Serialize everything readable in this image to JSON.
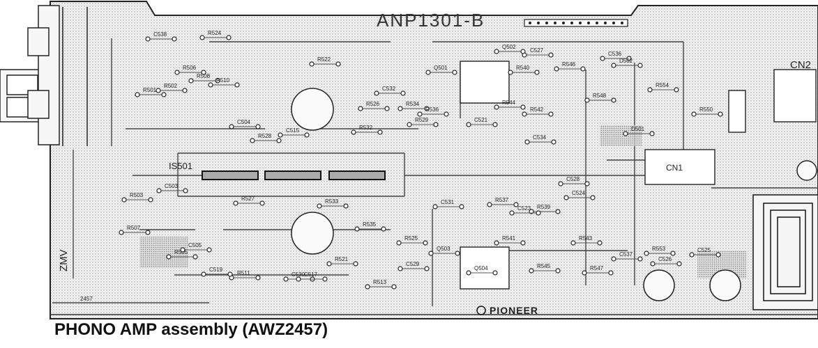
{
  "board": {
    "part_number": "ANP1301-B",
    "zmv_label": "ZMV",
    "cn2_label": "CN2",
    "cn1_label": "CN1",
    "is501_label": "IS501",
    "pioneer_logo_text": "PIONEER",
    "bottom_code": "2457",
    "components": [
      {
        "label": "R524"
      },
      {
        "label": "C538"
      },
      {
        "label": "R522"
      },
      {
        "label": "R506"
      },
      {
        "label": "R508"
      },
      {
        "label": "R510"
      },
      {
        "label": "R502"
      },
      {
        "label": "R501"
      },
      {
        "label": "R526"
      },
      {
        "label": "R534"
      },
      {
        "label": "R536"
      },
      {
        "label": "R540"
      },
      {
        "label": "R546"
      },
      {
        "label": "R544"
      },
      {
        "label": "R542"
      },
      {
        "label": "R548"
      },
      {
        "label": "R554"
      },
      {
        "label": "R550"
      },
      {
        "label": "R528"
      },
      {
        "label": "R532"
      },
      {
        "label": "R529"
      },
      {
        "label": "R503"
      },
      {
        "label": "R527"
      },
      {
        "label": "R533"
      },
      {
        "label": "R535"
      },
      {
        "label": "R525"
      },
      {
        "label": "R537"
      },
      {
        "label": "R539"
      },
      {
        "label": "R541"
      },
      {
        "label": "R543"
      },
      {
        "label": "R545"
      },
      {
        "label": "R547"
      },
      {
        "label": "R553"
      },
      {
        "label": "R511"
      },
      {
        "label": "R513"
      },
      {
        "label": "R507"
      },
      {
        "label": "R505"
      },
      {
        "label": "R521"
      },
      {
        "label": "C503"
      },
      {
        "label": "C504"
      },
      {
        "label": "C505"
      },
      {
        "label": "C523"
      },
      {
        "label": "C524"
      },
      {
        "label": "C525"
      },
      {
        "label": "C526"
      },
      {
        "label": "C528"
      },
      {
        "label": "C529"
      },
      {
        "label": "C530"
      },
      {
        "label": "C531"
      },
      {
        "label": "C532"
      },
      {
        "label": "C534"
      },
      {
        "label": "C536"
      },
      {
        "label": "C537"
      },
      {
        "label": "C515"
      },
      {
        "label": "C517"
      },
      {
        "label": "C519"
      },
      {
        "label": "C521"
      },
      {
        "label": "C527"
      },
      {
        "label": "Q502"
      },
      {
        "label": "Q504"
      },
      {
        "label": "Q501"
      },
      {
        "label": "Q503"
      },
      {
        "label": "D501"
      },
      {
        "label": "D502"
      }
    ]
  },
  "caption": "PHONO AMP assembly (AWZ2457)"
}
